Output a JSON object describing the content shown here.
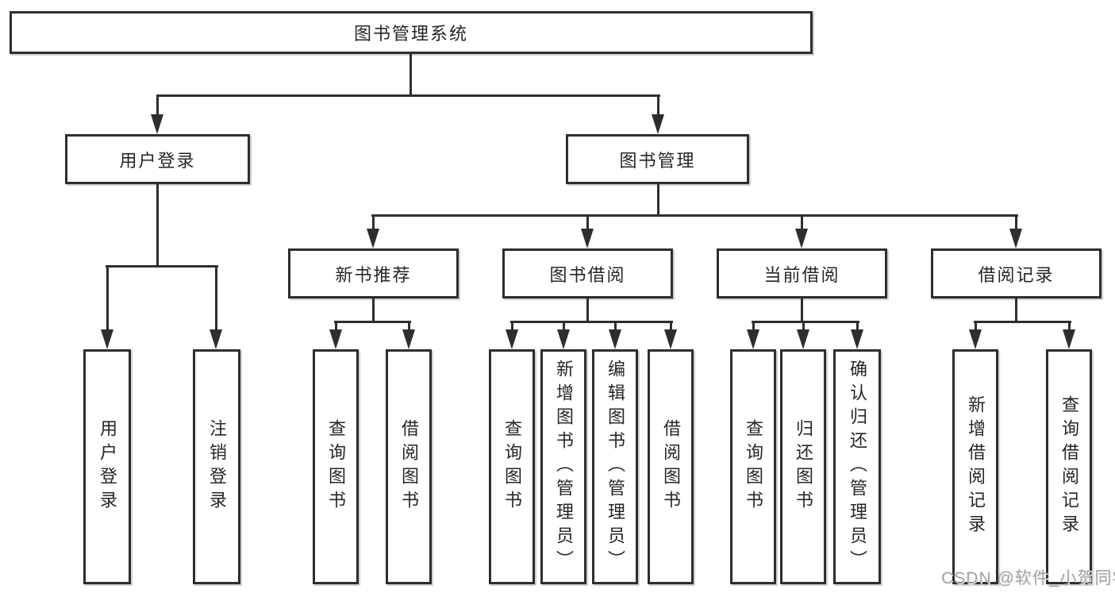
{
  "root": {
    "label": "图书管理系统"
  },
  "branches": {
    "user": {
      "label": "用户登录",
      "children": [
        {
          "label": "用户登录"
        },
        {
          "label": "注销登录"
        }
      ]
    },
    "book": {
      "label": "图书管理",
      "groups": [
        {
          "label": "新书推荐",
          "children": [
            {
              "label": "查询图书"
            },
            {
              "label": "借阅图书"
            }
          ]
        },
        {
          "label": "图书借阅",
          "children": [
            {
              "label": "查询图书"
            },
            {
              "label": "新增图书（管理员）"
            },
            {
              "label": "编辑图书（管理员）"
            },
            {
              "label": "借阅图书"
            }
          ]
        },
        {
          "label": "当前借阅",
          "children": [
            {
              "label": "查询图书"
            },
            {
              "label": "归还图书"
            },
            {
              "label": "确认归还（管理员）"
            }
          ]
        },
        {
          "label": "借阅记录",
          "children": [
            {
              "label": "新增借阅记录"
            },
            {
              "label": "查询借阅记录"
            }
          ]
        }
      ]
    }
  },
  "watermark": {
    "text": "CSDN @软件_小贺同学"
  },
  "colors": {
    "line": "#2e2e2e",
    "text": "#262626",
    "watermark": "#a6a6a6",
    "background": "#ffffff"
  }
}
